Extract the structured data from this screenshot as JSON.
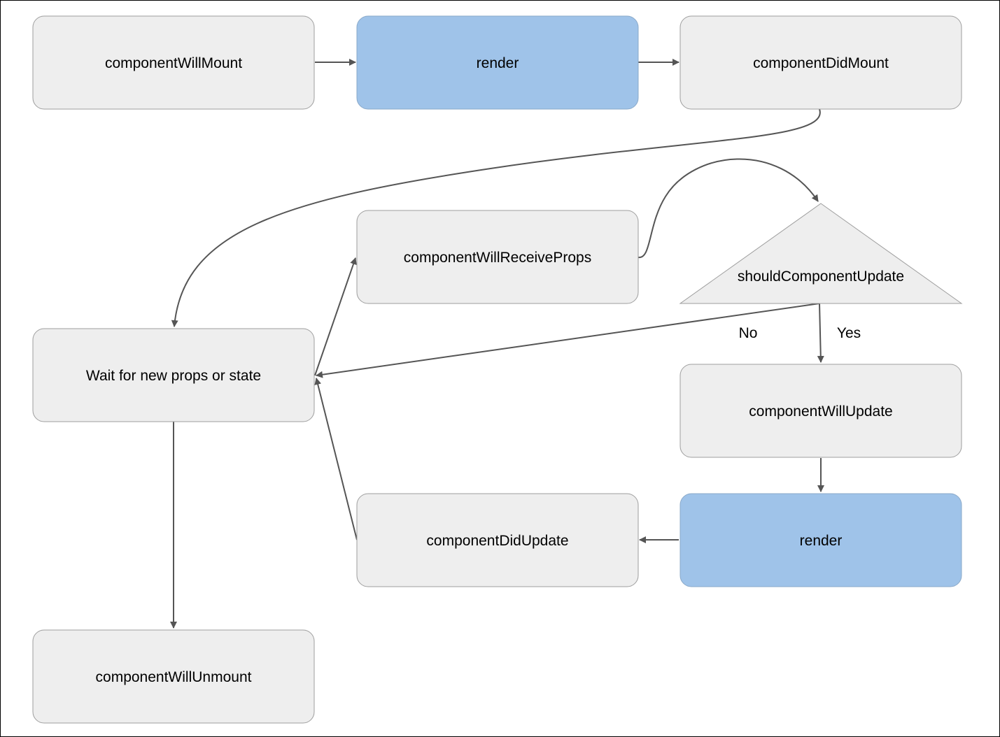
{
  "colors": {
    "node_fill": "#eeeeee",
    "node_stroke": "#9e9e9e",
    "render_fill": "#9fc3e9",
    "edge": "#555555"
  },
  "nodes": {
    "componentWillMount": "componentWillMount",
    "render_mount": "render",
    "componentDidMount": "componentDidMount",
    "componentWillReceiveProps": "componentWillReceiveProps",
    "shouldComponentUpdate": "shouldComponentUpdate",
    "wait": "Wait for new props or state",
    "componentWillUpdate": "componentWillUpdate",
    "componentDidUpdate": "componentDidUpdate",
    "render_update": "render",
    "componentWillUnmount": "componentWillUnmount"
  },
  "edge_labels": {
    "no": "No",
    "yes": "Yes"
  }
}
